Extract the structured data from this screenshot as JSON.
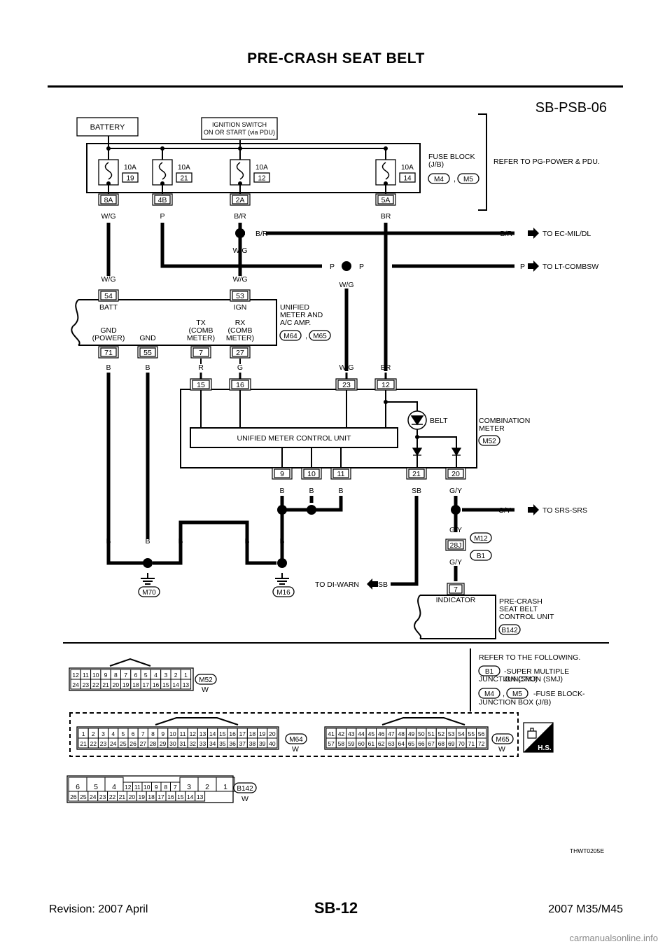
{
  "page": {
    "title": "PRE-CRASH SEAT BELT",
    "section": "SB-12",
    "revision": "Revision: 2007 April",
    "model": "2007 M35/M45",
    "watermark": "carmanualsonline.info",
    "figure_id": "THWT0205E"
  },
  "diagram": {
    "code": "SB-PSB-06",
    "battery": "BATTERY",
    "ignition": [
      "IGNITION SWITCH",
      "ON OR START (via PDU)"
    ],
    "fuse_block": [
      "FUSE BLOCK",
      "(J/B)"
    ],
    "fuse_block_connectors": [
      "M4",
      "M5"
    ],
    "refer_power": "REFER TO PG-POWER & PDU.",
    "fuses": [
      {
        "amp": "10A",
        "num": "19",
        "term": "8A",
        "wire": "W/G"
      },
      {
        "amp": "10A",
        "num": "21",
        "term": "4B",
        "wire": "P"
      },
      {
        "amp": "10A",
        "num": "12",
        "term": "2A",
        "wire": "B/R"
      },
      {
        "amp": "10A",
        "num": "14",
        "term": "5A",
        "wire": "BR"
      }
    ],
    "branch_wires": {
      "br1": "B/R",
      "wg1": "W/G",
      "p1": "P",
      "p2": "P",
      "wg2": "W/G",
      "br_out": "B/R",
      "p_out": "P",
      "wg_54": "W/G",
      "wg_53": "W/G"
    },
    "destinations": {
      "ec": "TO EC-MIL/DL",
      "lt": "TO LT-COMBSW",
      "srs": "TO SRS-SRS",
      "di": "TO DI-WARN"
    },
    "meter": {
      "name": [
        "UNIFIED",
        "METER AND",
        "A/C AMP."
      ],
      "connectors": [
        "M64",
        "M65"
      ],
      "pins_top": [
        {
          "num": "54",
          "label": "BATT"
        },
        {
          "num": "53",
          "label": "IGN"
        }
      ],
      "pins_bottom": [
        {
          "num": "71",
          "label": [
            "GND",
            "(POWER)"
          ],
          "wire": "B"
        },
        {
          "num": "55",
          "label": [
            "GND"
          ],
          "wire": "B"
        },
        {
          "num": "7",
          "label": [
            "TX",
            "(COMB",
            "METER)"
          ],
          "wire": "R"
        },
        {
          "num": "27",
          "label": [
            "RX",
            "(COMB",
            "METER)"
          ],
          "wire": "G"
        }
      ]
    },
    "combination_meter": {
      "name": [
        "COMBINATION",
        "METER"
      ],
      "connector": "M52",
      "control_unit": "UNIFIED METER CONTROL UNIT",
      "belt": "BELT",
      "pins_top": [
        {
          "num": "15"
        },
        {
          "num": "16"
        },
        {
          "num": "23",
          "wire": "W/G"
        },
        {
          "num": "12",
          "wire": "BR"
        }
      ],
      "pins_bottom": [
        {
          "num": "9",
          "wire": "B"
        },
        {
          "num": "10",
          "wire": "B"
        },
        {
          "num": "11",
          "wire": "B"
        },
        {
          "num": "21",
          "wire": "SB"
        },
        {
          "num": "20",
          "wire": "G/Y"
        }
      ]
    },
    "ground_wires": {
      "b1": "B",
      "b2": "B",
      "b3": "B",
      "b4": "B",
      "b5": "B"
    },
    "grounds": [
      "M70",
      "M16"
    ],
    "gy_labels": {
      "srs": "G/Y",
      "gy1": "G/Y",
      "gy2": "G/Y"
    },
    "sb_label": "SB",
    "smj": {
      "terminal": "28J",
      "conn1": "M12",
      "conn2": "B1"
    },
    "pcs": {
      "pin": "7",
      "terminal_label": "INDICATOR",
      "name": [
        "PRE-CRASH",
        "SEAT BELT",
        "CONTROL UNIT"
      ],
      "connector": "B142"
    },
    "refer": {
      "title": "REFER TO THE FOLLOWING.",
      "line1_conn": "B1",
      "line1": [
        "-SUPER MULTIPLE",
        "JUNCTION (SMJ)"
      ],
      "line2_conn": [
        "M4",
        "M5"
      ],
      "line2": [
        "-FUSE BLOCK-",
        "JUNCTION BOX (J/B)"
      ]
    },
    "connectors": {
      "m52": {
        "id": "M52",
        "color": "W",
        "row1": [
          "12",
          "11",
          "10",
          "9",
          "8",
          "7",
          "6",
          "5",
          "4",
          "3",
          "2",
          "1"
        ],
        "row2": [
          "24",
          "23",
          "22",
          "21",
          "20",
          "19",
          "18",
          "17",
          "16",
          "15",
          "14",
          "13"
        ]
      },
      "m64": {
        "id": "M64",
        "color": "W",
        "row1": [
          "1",
          "2",
          "3",
          "4",
          "5",
          "6",
          "7",
          "8",
          "9",
          "10",
          "11",
          "12",
          "13",
          "14",
          "15",
          "16",
          "17",
          "18",
          "19",
          "20"
        ],
        "row2": [
          "21",
          "22",
          "23",
          "24",
          "25",
          "26",
          "27",
          "28",
          "29",
          "30",
          "31",
          "32",
          "33",
          "34",
          "35",
          "36",
          "37",
          "38",
          "39",
          "40"
        ]
      },
      "m65": {
        "id": "M65",
        "color": "W",
        "row1": [
          "41",
          "42",
          "43",
          "44",
          "45",
          "46",
          "47",
          "48",
          "49",
          "50",
          "51",
          "52",
          "53",
          "54",
          "55",
          "56"
        ],
        "row2": [
          "57",
          "58",
          "59",
          "60",
          "61",
          "62",
          "63",
          "64",
          "65",
          "66",
          "67",
          "68",
          "69",
          "70",
          "71",
          "72"
        ]
      },
      "b142": {
        "id": "B142",
        "color": "W",
        "top_left": [
          "6",
          "5",
          "4"
        ],
        "top_mid": [
          "12",
          "11",
          "10",
          "9",
          "8",
          "7"
        ],
        "top_right": [
          "3",
          "2",
          "1"
        ],
        "row2": [
          "26",
          "25",
          "24",
          "23",
          "22",
          "21",
          "20",
          "19",
          "18",
          "17",
          "16",
          "15",
          "14",
          "13"
        ]
      }
    },
    "hs": "H.S."
  }
}
